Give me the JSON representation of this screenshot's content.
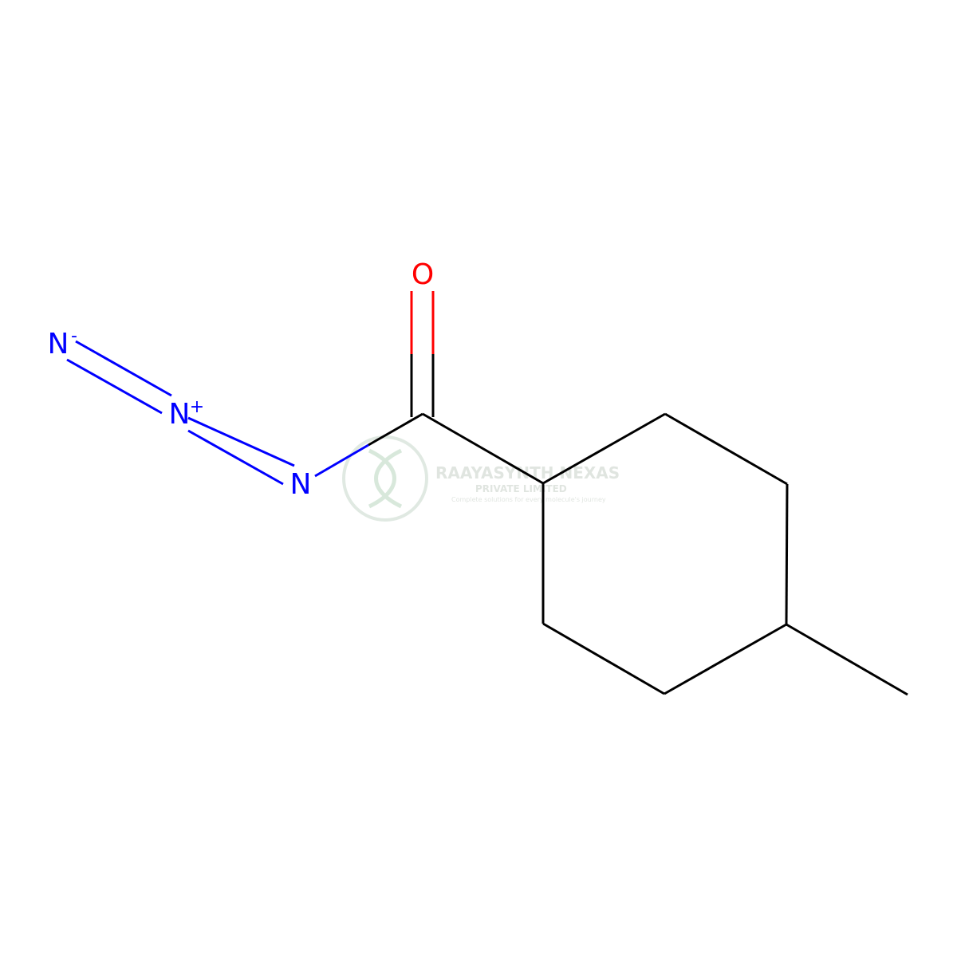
{
  "molecule": {
    "atoms": {
      "n_terminal": {
        "symbol": "N",
        "charge": "-"
      },
      "n_middle": {
        "symbol": "N",
        "charge": "+"
      },
      "n_acyl": {
        "symbol": "N"
      },
      "oxygen": {
        "symbol": "O"
      }
    }
  },
  "colors": {
    "carbon_bond": "#000000",
    "nitrogen": "#0000ff",
    "oxygen": "#ff0000",
    "watermark": "#c8d8cc"
  },
  "watermark": {
    "title": "RAAYASYNTH NEXAS",
    "subtitle": "PRIVATE LIMITED",
    "tagline": "Complete solutions for every molecule's journey"
  }
}
